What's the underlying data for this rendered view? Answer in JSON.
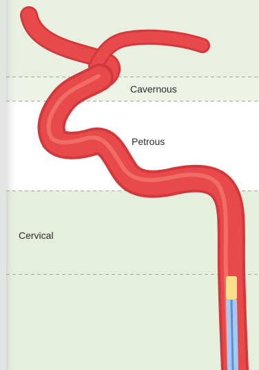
{
  "diagram": {
    "regions": [
      {
        "key": "cavernous",
        "label": "Cavernous",
        "fill": "#eef3e8"
      },
      {
        "key": "petrous",
        "label": "Petrous",
        "fill": "#ffffff"
      },
      {
        "key": "cervical",
        "label": "Cervical",
        "fill": "#e5efdc"
      }
    ],
    "colors": {
      "background_top": "#e9f0e2",
      "artery_fill": "#e8494a",
      "artery_edge": "#d2393c",
      "artery_highlight": "#f58379",
      "catheter_tip": "#f7e08a",
      "catheter_body": "#a9c8ee",
      "catheter_core": "#5b8fd8",
      "divider": "#a2a7a6"
    }
  }
}
